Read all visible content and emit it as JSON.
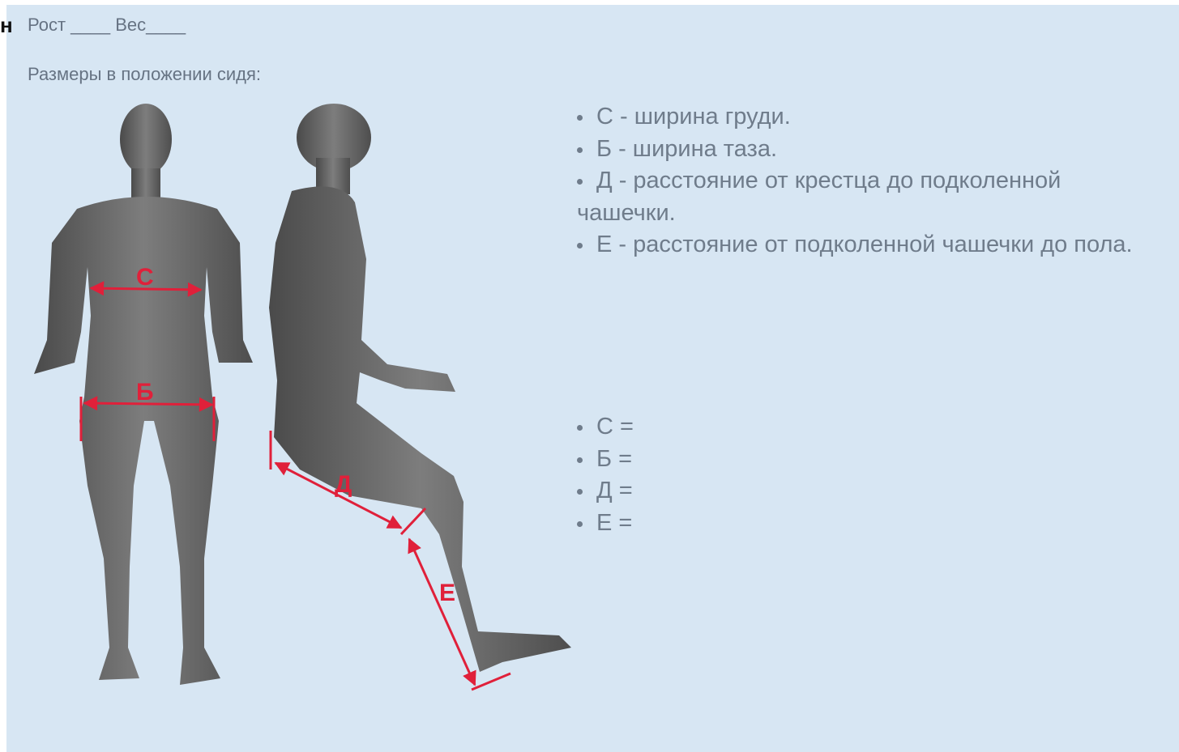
{
  "header": {
    "height_label": "Рост",
    "height_blank": "____",
    "weight_label": "Вес",
    "weight_blank": "____"
  },
  "subtitle": "Размеры в положении сидя:",
  "edge_glyph": "н",
  "descriptions": [
    {
      "key": "С",
      "text": "С - ширина груди."
    },
    {
      "key": "Б",
      "text": "Б - ширина таза."
    },
    {
      "key": "Д",
      "text": "Д - расстояние от крестца до подколенной",
      "cont": "чашечки."
    },
    {
      "key": "Е",
      "text": "Е - расстояние от подколенной чашечки до пола."
    }
  ],
  "values": [
    {
      "text": "С ="
    },
    {
      "text": "Б ="
    },
    {
      "text": "Д ="
    },
    {
      "text": "Е ="
    }
  ],
  "figure_labels": {
    "chest": "С",
    "pelvis": "Б",
    "thigh": "Д",
    "shin": "Е"
  },
  "colors": {
    "background": "#d7e6f3",
    "text": "#6f7c8b",
    "measure": "#e0203a",
    "figure": "#6e6e6e"
  }
}
